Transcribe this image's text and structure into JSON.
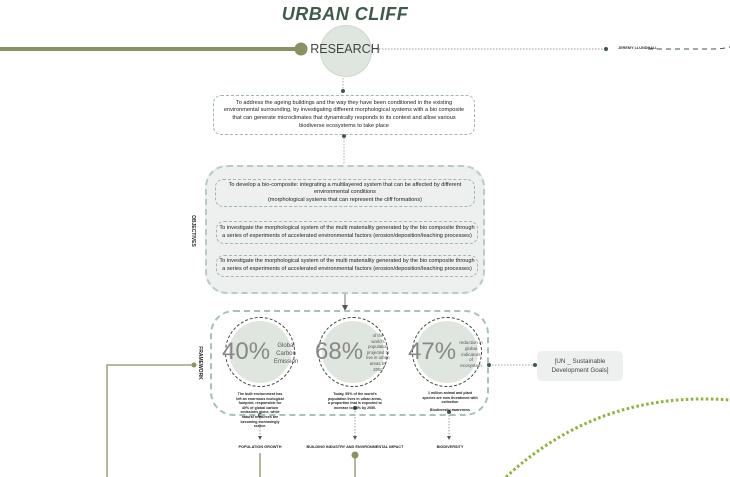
{
  "title": "URBAN CLIFF",
  "research": {
    "label": "RESEARCH",
    "author": "JEREMY LLUNDHALL"
  },
  "aim": "To address the ageing buildings and the way they have been conditioned in the existing environmental surrounding, by investigating different morphological systems with a bio composite that can generate microclimates that dynamically responds to its context and allow various biodiverse ecosystems to take place",
  "objectives": {
    "label": "OBJECTIVES",
    "items": [
      {
        "line1": "To develop a  bio-composite: integrating a multilayered system that can be affected by different environmental conditions",
        "line2": "(morphological systems that can represent the cliff formations)"
      },
      {
        "line1": "To investigate the morphological system of the multi materiality generated by the bio composite through a series of experiments of accelerated environmental factors (erosion/deposition/leaching processes)"
      },
      {
        "line1": "To investigate the morphological system of the multi materiality generated by the bio composite through a series of experiments of accelerated environmental factors (erosion/deposition/leaching processes)"
      }
    ]
  },
  "framework": {
    "label": "FRAMEWORK",
    "stats": [
      {
        "value": "40%",
        "desc": "Global Carbon Emission",
        "note": "The built environment has left an enormous ecological footprint, responsible for 40% of global carbon emissions alone, while natural resources are becoming increasingly scarce.",
        "category": "POPULATION GROWTH"
      },
      {
        "value": "68%",
        "desc": "of the world's population projected to live in urban areas by 2050",
        "note": "Today, 55% of the world's population lives in urban areas, a proportion that is expected to increase to 68% by 2050.",
        "category": "BUILDING INDUSTRY AND ENVIRONMENTAL IMPACT"
      },
      {
        "value": "47%",
        "desc": "reduction in global indicators of ecosystem",
        "note": "1 million animal and plant species are now threatened with extinction",
        "note2": "Biodiversity awareness",
        "category": "BIODIVERSITY"
      }
    ]
  },
  "un_goals": "[UN _ Sustainable Development Goals]",
  "colors": {
    "olive": "#8a9163",
    "title": "#3f5a4b",
    "circle": "#dfe5df",
    "dash": "#a9c2b6",
    "green_dots": "#8db33a"
  }
}
